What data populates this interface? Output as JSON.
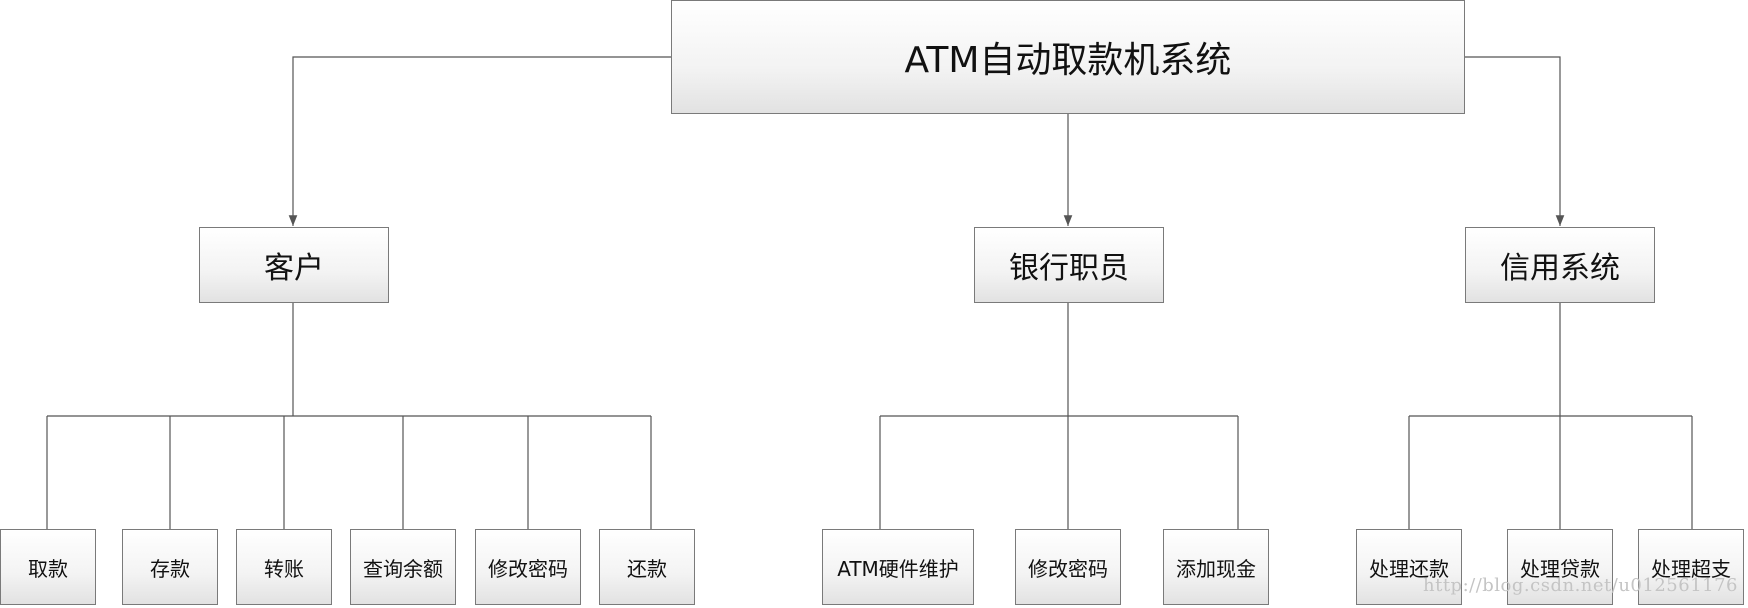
{
  "diagram": {
    "root": "ATM自动取款机系统",
    "branches": [
      {
        "label": "客户",
        "children": [
          "取款",
          "存款",
          "转账",
          "查询余额",
          "修改密码",
          "还款"
        ]
      },
      {
        "label": "银行职员",
        "children": [
          "ATM硬件维护",
          "修改密码",
          "添加现金"
        ]
      },
      {
        "label": "信用系统",
        "children": [
          "处理还款",
          "处理贷款",
          "处理超支"
        ]
      }
    ]
  },
  "watermark": "http://blog.csdn.net/u012561176",
  "colors": {
    "line": "#555555",
    "border": "#7a7a7a"
  }
}
